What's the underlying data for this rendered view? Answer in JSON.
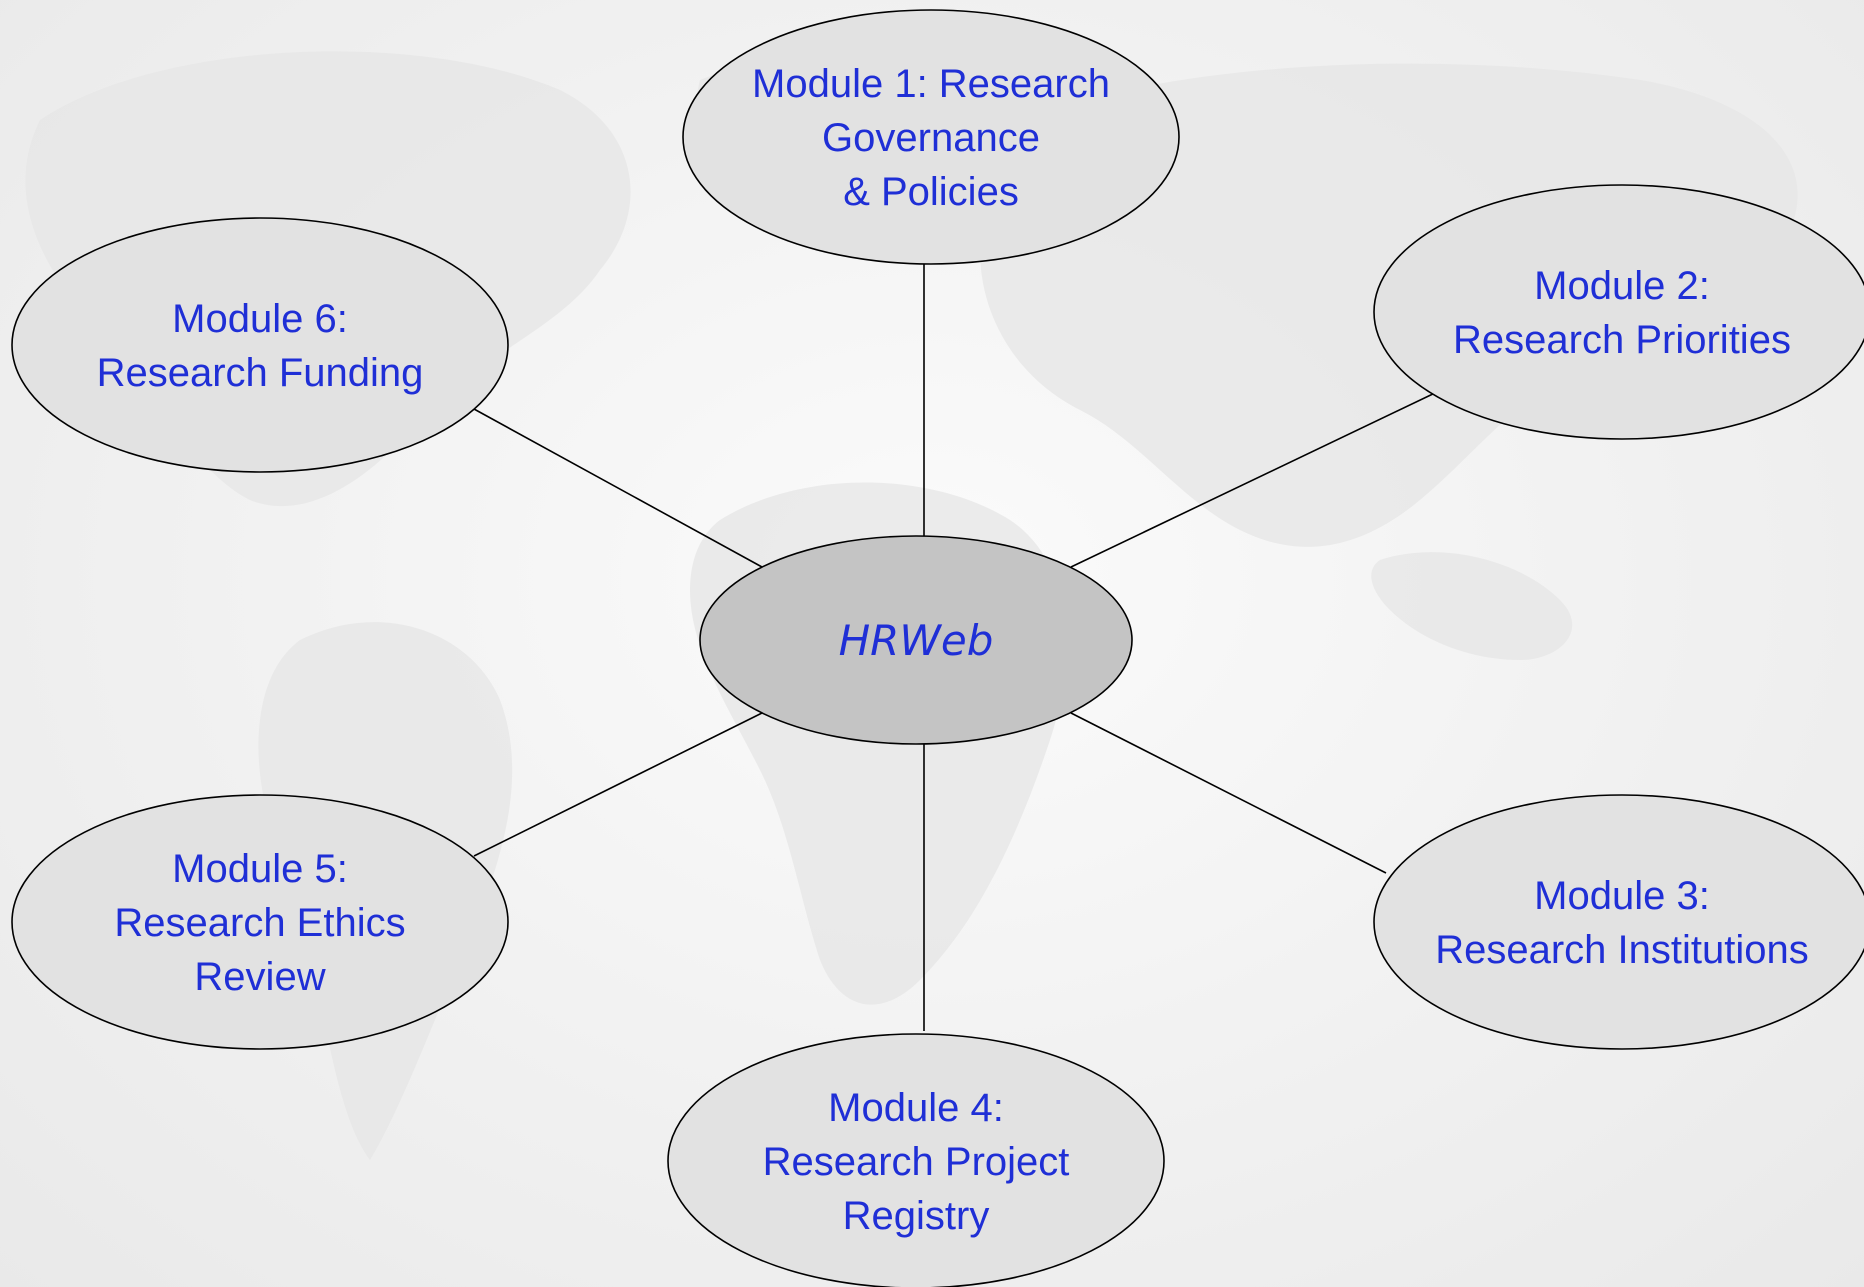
{
  "colors": {
    "text": "#1f2fd6",
    "module_fill": "#e2e2e2",
    "hub_fill": "#c4c4c4",
    "stroke": "#000000",
    "background_map": "#e6e6e6"
  },
  "hub": {
    "id": "hub",
    "label": "HRWeb"
  },
  "modules": [
    {
      "id": "m1",
      "lines": [
        "Module 1: Research",
        "Governance",
        "& Policies"
      ]
    },
    {
      "id": "m2",
      "lines": [
        "Module 2:",
        "Research Priorities"
      ]
    },
    {
      "id": "m3",
      "lines": [
        "Module 3:",
        "Research Institutions"
      ]
    },
    {
      "id": "m4",
      "lines": [
        "Module 4:",
        "Research Project",
        "Registry"
      ]
    },
    {
      "id": "m5",
      "lines": [
        "Module 5:",
        "Research Ethics",
        "Review"
      ]
    },
    {
      "id": "m6",
      "lines": [
        "Module 6:",
        "Research Funding"
      ]
    }
  ]
}
